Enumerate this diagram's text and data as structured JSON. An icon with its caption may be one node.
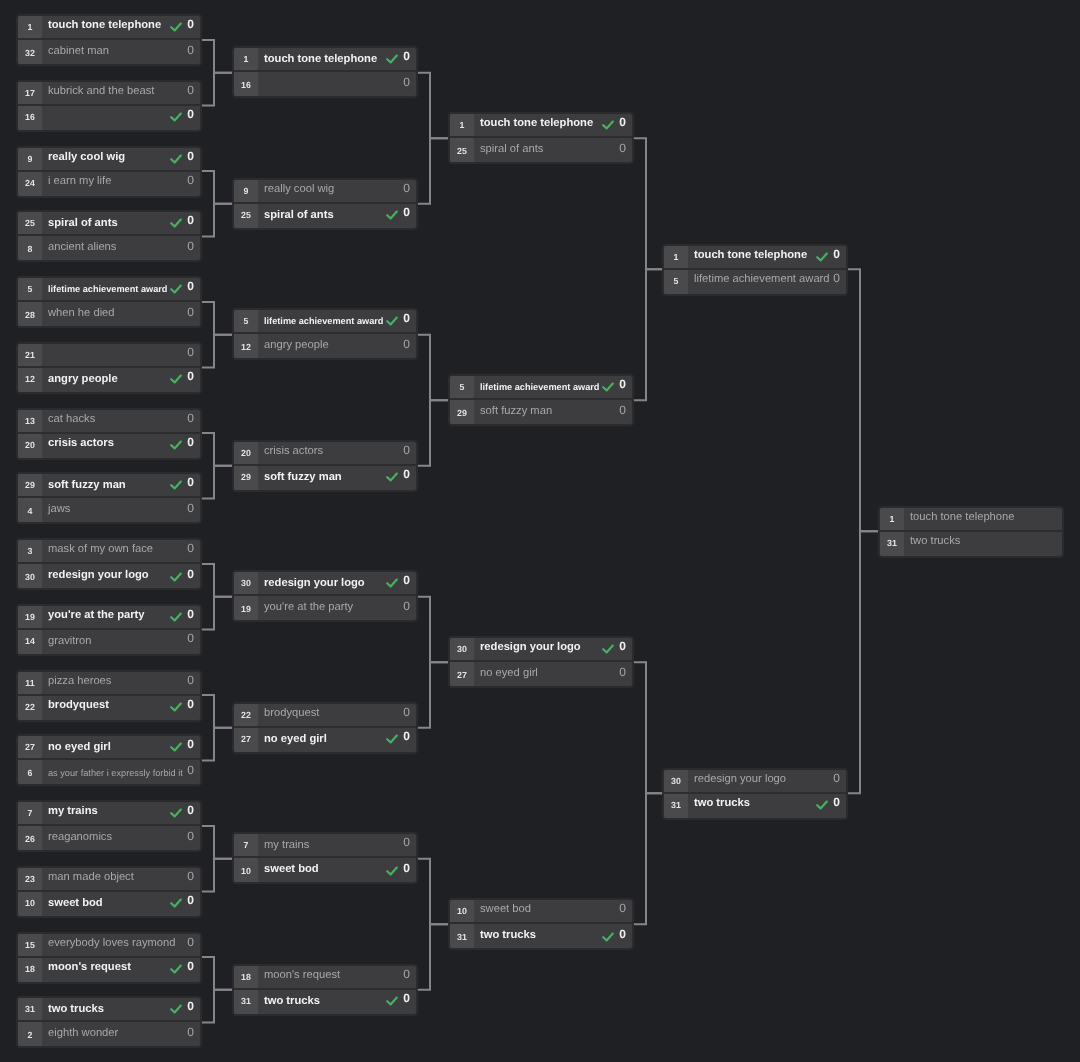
{
  "diagram": {
    "nodes": [
      {
        "text": [],
        "shape": "box"
      },
      {
        "text": [
          "1",
          "touch tone telephone",
          "0"
        ],
        "in": 0
      },
      {
        "text": [
          "32",
          "cabinet man",
          "0"
        ],
        "in": 0
      },
      {
        "text": [],
        "shape": "box"
      },
      {
        "text": [
          "17",
          "kubrick and the beast",
          "0"
        ],
        "in": 3
      },
      {
        "text": [
          "16",
          "0"
        ],
        "in": 3
      },
      {
        "text": [],
        "shape": "box"
      },
      {
        "text": [
          "9",
          "really cool wig",
          "0"
        ],
        "in": 6
      },
      {
        "text": [
          "24",
          "i earn my life",
          "0"
        ],
        "in": 6
      },
      {
        "text": [],
        "shape": "box"
      },
      {
        "text": [
          "25",
          "spiral of ants",
          "0"
        ],
        "in": 9
      },
      {
        "text": [
          "8",
          "ancient aliens",
          "0"
        ],
        "in": 9
      },
      {
        "text": [],
        "shape": "box"
      },
      {
        "text": [
          "5",
          "lifetime achievement award",
          "0"
        ],
        "in": 12
      },
      {
        "text": [
          "28",
          "when he died",
          "0"
        ],
        "in": 12
      },
      {
        "text": [],
        "shape": "box"
      },
      {
        "text": [
          "21",
          "0"
        ],
        "in": 15
      },
      {
        "text": [
          "12",
          "angry people",
          "0"
        ],
        "in": 15
      },
      {
        "text": [],
        "shape": "box"
      },
      {
        "text": [
          "13",
          "cat hacks",
          "0"
        ],
        "in": 18
      },
      {
        "text": [
          "20",
          "crisis actors",
          "0"
        ],
        "in": 18
      },
      {
        "text": [],
        "shape": "box"
      },
      {
        "text": [
          "29",
          "soft fuzzy man",
          "0"
        ],
        "in": 21
      },
      {
        "text": [
          "4",
          "jaws",
          "0"
        ],
        "in": 21
      },
      {
        "text": [],
        "shape": "box"
      },
      {
        "text": [
          "3",
          "mask of my own face",
          "0"
        ],
        "in": 24
      },
      {
        "text": [
          "30",
          "redesign your logo",
          "0"
        ],
        "in": 24
      },
      {
        "text": [],
        "shape": "box"
      },
      {
        "text": [
          "19",
          "you're at the party",
          "0"
        ],
        "in": 27
      },
      {
        "text": [
          "14",
          "gravitron",
          "0"
        ],
        "in": 27
      },
      {
        "text": [],
        "shape": "box"
      },
      {
        "text": [
          "11",
          "pizza heroes",
          "0"
        ],
        "in": 30
      },
      {
        "text": [
          "22",
          "brodyquest",
          "0"
        ],
        "in": 30
      },
      {
        "text": [],
        "shape": "box"
      },
      {
        "text": [
          "27",
          "no eyed girl",
          "0"
        ],
        "in": 33
      },
      {
        "text": [
          "6",
          "as your father i expressly forbid it",
          "0"
        ],
        "in": 33
      },
      {
        "text": [],
        "shape": "box"
      },
      {
        "text": [
          "7",
          "my trains",
          "0"
        ],
        "in": 36
      },
      {
        "text": [
          "26",
          "reaganomics",
          "0"
        ],
        "in": 36
      },
      {
        "text": [],
        "shape": "box"
      },
      {
        "text": [
          "23",
          "man made object",
          "0"
        ],
        "in": 39
      },
      {
        "text": [
          "10",
          "sweet bod",
          "0"
        ],
        "in": 39
      },
      {
        "text": [],
        "shape": "box"
      },
      {
        "text": [
          "15",
          "everybody loves raymond",
          "0"
        ],
        "in": 42
      },
      {
        "text": [
          "18",
          "moon's request",
          "0"
        ],
        "in": 42
      },
      {
        "text": [],
        "shape": "box"
      },
      {
        "text": [
          "31",
          "two trucks",
          "0"
        ],
        "in": 45
      },
      {
        "text": [
          "2",
          "eighth wonder",
          "0"
        ],
        "in": 45
      },
      {
        "text": [],
        "shape": "box"
      },
      {
        "text": [
          "1",
          "touch tone telephone",
          "0"
        ],
        "in": 48
      },
      {
        "text": [
          "16",
          "0"
        ],
        "in": 48
      },
      {
        "text": [],
        "shape": "box"
      },
      {
        "text": [
          "9",
          "really cool wig",
          "0"
        ],
        "in": 51
      },
      {
        "text": [
          "25",
          "spiral of ants",
          "0"
        ],
        "in": 51
      },
      {
        "text": [],
        "shape": "box"
      },
      {
        "text": [
          "5",
          "lifetime achievement award",
          "0"
        ],
        "in": 54
      },
      {
        "text": [
          "12",
          "angry people",
          "0"
        ],
        "in": 54
      },
      {
        "text": [],
        "shape": "box"
      },
      {
        "text": [
          "20",
          "crisis actors",
          "0"
        ],
        "in": 57
      },
      {
        "text": [
          "29",
          "soft fuzzy man",
          "0"
        ],
        "in": 57
      },
      {
        "text": [],
        "shape": "box"
      },
      {
        "text": [
          "30",
          "redesign your logo",
          "0"
        ],
        "in": 60
      },
      {
        "text": [
          "19",
          "you're at the party",
          "0"
        ],
        "in": 60
      },
      {
        "text": [],
        "shape": "box"
      },
      {
        "text": [
          "22",
          "brodyquest",
          "0"
        ],
        "in": 63
      },
      {
        "text": [
          "27",
          "no eyed girl",
          "0"
        ],
        "in": 63
      },
      {
        "text": [],
        "shape": "box"
      },
      {
        "text": [
          "7",
          "my trains",
          "0"
        ],
        "in": 66
      },
      {
        "text": [
          "10",
          "sweet bod",
          "0"
        ],
        "in": 66
      },
      {
        "text": [],
        "shape": "box"
      },
      {
        "text": [
          "18",
          "moon's request",
          "0"
        ],
        "in": 69
      },
      {
        "text": [
          "31",
          "two trucks",
          "0"
        ],
        "in": 69
      },
      {
        "text": [],
        "shape": "box"
      },
      {
        "text": [
          "1",
          "touch tone telephone",
          "0"
        ],
        "in": 72
      },
      {
        "text": [
          "25",
          "spiral of ants",
          "0"
        ],
        "in": 72
      },
      {
        "text": [],
        "shape": "box"
      },
      {
        "text": [
          "5",
          "lifetime achievement award",
          "0"
        ],
        "in": 75
      },
      {
        "text": [
          "29",
          "soft fuzzy man",
          "0"
        ],
        "in": 75
      },
      {
        "text": [],
        "shape": "box"
      },
      {
        "text": [
          "30",
          "redesign your logo",
          "0"
        ],
        "in": 78
      },
      {
        "text": [
          "27",
          "no eyed girl",
          "0"
        ],
        "in": 78
      },
      {
        "text": [],
        "shape": "box"
      },
      {
        "text": [
          "10",
          "sweet bod",
          "0"
        ],
        "in": 81
      },
      {
        "text": [
          "31",
          "two trucks",
          "0"
        ],
        "in": 81
      },
      {
        "text": [],
        "shape": "box"
      },
      {
        "text": [
          "1",
          "touch tone telephone",
          "0"
        ],
        "in": 84
      },
      {
        "text": [
          "5",
          "lifetime achievement award",
          "0"
        ],
        "in": 84
      },
      {
        "text": [],
        "shape": "box"
      },
      {
        "text": [
          "30",
          "redesign your logo",
          "0"
        ],
        "in": 87
      },
      {
        "text": [
          "31",
          "two trucks",
          "0"
        ],
        "in": 87
      },
      {
        "text": [],
        "shape": "box"
      },
      {
        "text": [
          "1",
          "touch tone telephone"
        ],
        "in": 90
      },
      {
        "text": [
          "31",
          "two trucks"
        ],
        "in": 90
      }
    ],
    "edges": [
      {
        "from": 0,
        "to": 48,
        "arrow": "none"
      },
      {
        "from": 3,
        "to": 48,
        "arrow": "none"
      },
      {
        "from": 6,
        "to": 51,
        "arrow": "none"
      },
      {
        "from": 9,
        "to": 51,
        "arrow": "none"
      },
      {
        "from": 12,
        "to": 54,
        "arrow": "none"
      },
      {
        "from": 15,
        "to": 54,
        "arrow": "none"
      },
      {
        "from": 18,
        "to": 57,
        "arrow": "none"
      },
      {
        "from": 21,
        "to": 57,
        "arrow": "none"
      },
      {
        "from": 24,
        "to": 60,
        "arrow": "none"
      },
      {
        "from": 27,
        "to": 60,
        "arrow": "none"
      },
      {
        "from": 30,
        "to": 63,
        "arrow": "none"
      },
      {
        "from": 33,
        "to": 63,
        "arrow": "none"
      },
      {
        "from": 36,
        "to": 66,
        "arrow": "none"
      },
      {
        "from": 39,
        "to": 66,
        "arrow": "none"
      },
      {
        "from": 42,
        "to": 69,
        "arrow": "none"
      },
      {
        "from": 45,
        "to": 69,
        "arrow": "none"
      },
      {
        "from": 48,
        "to": 72,
        "arrow": "none"
      },
      {
        "from": 51,
        "to": 72,
        "arrow": "none"
      },
      {
        "from": 54,
        "to": 75,
        "arrow": "none"
      },
      {
        "from": 57,
        "to": 75,
        "arrow": "none"
      },
      {
        "from": 60,
        "to": 78,
        "arrow": "none"
      },
      {
        "from": 63,
        "to": 78,
        "arrow": "none"
      },
      {
        "from": 66,
        "to": 81,
        "arrow": "none"
      },
      {
        "from": 69,
        "to": 81,
        "arrow": "none"
      },
      {
        "from": 72,
        "to": 84,
        "arrow": "none"
      },
      {
        "from": 75,
        "to": 84,
        "arrow": "none"
      },
      {
        "from": 78,
        "to": 87,
        "arrow": "none"
      },
      {
        "from": 81,
        "to": 87,
        "arrow": "none"
      },
      {
        "from": 84,
        "to": 90,
        "arrow": "none"
      },
      {
        "from": 87,
        "to": 90,
        "arrow": "none"
      }
    ]
  }
}
